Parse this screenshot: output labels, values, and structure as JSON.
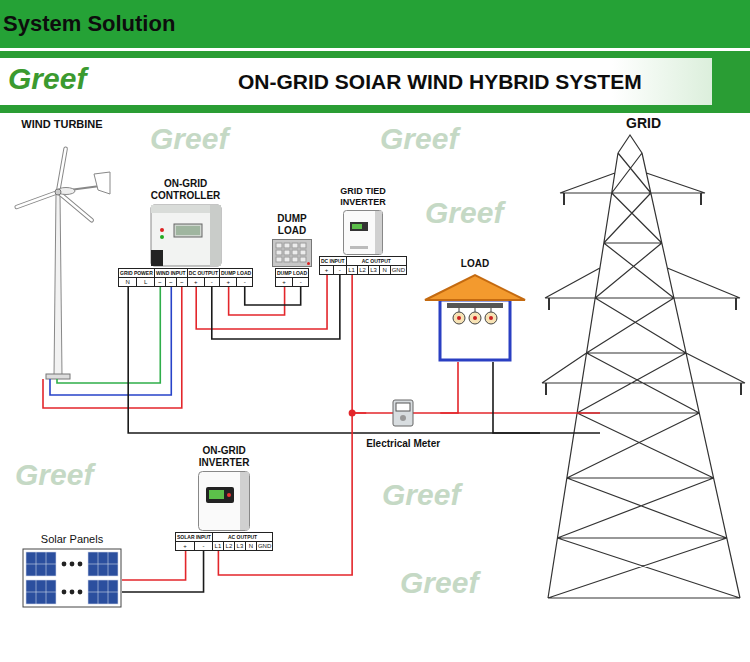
{
  "diagram": {
    "title": "ON-GRID SOIAR WIND HYBRID SYSTEM",
    "nodes": [
      {
        "text": [
          "System Solution"
        ]
      },
      {
        "text": [
          "WIND TURBINE"
        ]
      },
      {
        "text": [
          "GRID"
        ]
      },
      {
        "text": [
          "ON-GRID CONTROLLER"
        ]
      },
      {
        "text": [
          "GRID POWER",
          "N",
          "L",
          "WIND INPUT",
          "~",
          "~",
          "~",
          "DC OUTPUT",
          "+",
          "-",
          "DUMP LOAD",
          "+",
          "-"
        ],
        "in": 3
      },
      {
        "text": [
          "DUMP LOAD"
        ]
      },
      {
        "text": [
          "DUMP LOAD",
          "+",
          "-"
        ],
        "in": 5
      },
      {
        "text": [
          "GRID TIED INVERTER"
        ]
      },
      {
        "text": [
          "DC INPUT",
          "+",
          "-",
          "AC OUTPUT",
          "L1",
          "L2",
          "L3",
          "N",
          "GND"
        ],
        "in": 7
      },
      {
        "text": [
          "LOAD"
        ]
      },
      {
        "text": [
          "Electrical Meter"
        ]
      },
      {
        "text": [
          "ON-GRID INVERTER"
        ]
      },
      {
        "text": [
          "SOLAR INPUT",
          "+",
          "-",
          "AC OUTPUT",
          "L1",
          "L2",
          "L3",
          "N",
          "GND"
        ],
        "in": 11
      },
      {
        "text": [
          "Solar Panels"
        ]
      }
    ],
    "edges": [
      {
        "from": 1,
        "to": 4,
        "arrow": "none"
      },
      {
        "from": 1,
        "to": 4,
        "arrow": "none"
      },
      {
        "from": 1,
        "to": 4,
        "arrow": "none"
      },
      {
        "from": 4,
        "to": 6,
        "arrow": "none"
      },
      {
        "from": 4,
        "to": 6,
        "arrow": "none"
      },
      {
        "from": 4,
        "to": 8,
        "arrow": "none"
      },
      {
        "from": 4,
        "to": 8,
        "arrow": "none"
      },
      {
        "from": 4,
        "to": 2,
        "arrow": "none"
      },
      {
        "from": 8,
        "to": 10,
        "arrow": "none"
      },
      {
        "from": 12,
        "to": 10,
        "arrow": "none"
      },
      {
        "from": 10,
        "to": 9,
        "arrow": "none"
      },
      {
        "from": 10,
        "to": 2,
        "arrow": "none"
      },
      {
        "from": 9,
        "to": 2,
        "arrow": "none"
      },
      {
        "from": 13,
        "to": 12,
        "arrow": "none"
      },
      {
        "from": 13,
        "to": 12,
        "arrow": "none"
      }
    ],
    "labels": [
      "Greef",
      "Greef",
      "Greef",
      "Greef",
      "Greef",
      "Greef",
      "Greef"
    ]
  }
}
